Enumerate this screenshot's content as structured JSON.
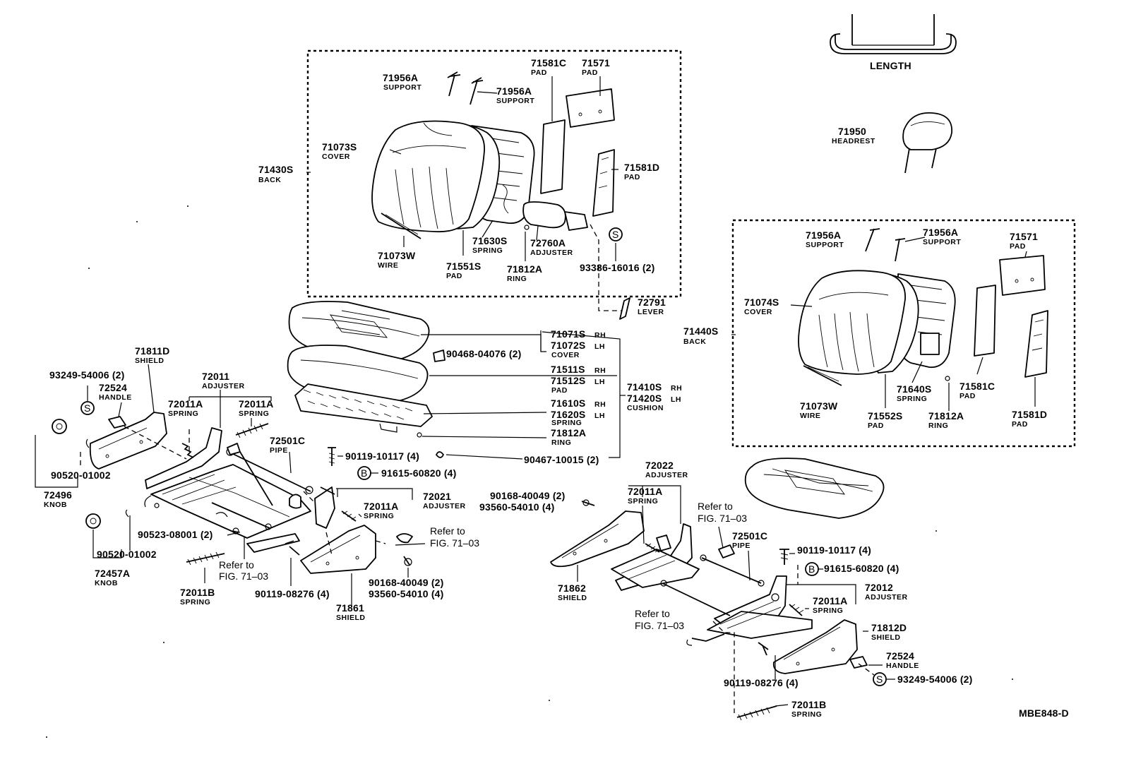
{
  "diagram_code": "MBE848-D",
  "length_label": "LENGTH",
  "upper_back": {
    "p71956A_1": {
      "num": "71956A",
      "sub": "SUPPORT"
    },
    "p71956A_2": {
      "num": "71956A",
      "sub": "SUPPORT"
    },
    "p71581C": {
      "num": "71581C",
      "sub": "PAD"
    },
    "p71571": {
      "num": "71571",
      "sub": "PAD"
    },
    "p71073S": {
      "num": "71073S",
      "sub": "COVER"
    },
    "p71430S": {
      "num": "71430S",
      "sub": "BACK"
    },
    "p71581D": {
      "num": "71581D",
      "sub": "PAD"
    },
    "p71630S": {
      "num": "71630S",
      "sub": "SPRING"
    },
    "p72760A": {
      "num": "72760A",
      "sub": "ADJUSTER"
    },
    "p71073W": {
      "num": "71073W",
      "sub": "WIRE"
    },
    "p71551S": {
      "num": "71551S",
      "sub": "PAD"
    },
    "p71812A": {
      "num": "71812A",
      "sub": "RING"
    },
    "p93386": {
      "num": "93386-16016 (2)"
    },
    "p72791": {
      "num": "72791",
      "sub": "LEVER"
    }
  },
  "headrest": {
    "num": "71950",
    "sub": "HEADREST"
  },
  "right_back": {
    "p71956A_1": {
      "num": "71956A",
      "sub": "SUPPORT"
    },
    "p71956A_2": {
      "num": "71956A",
      "sub": "SUPPORT"
    },
    "p71571": {
      "num": "71571",
      "sub": "PAD"
    },
    "p71074S": {
      "num": "71074S",
      "sub": "COVER"
    },
    "p71440S": {
      "num": "71440S",
      "sub": "BACK"
    },
    "p71640S": {
      "num": "71640S",
      "sub": "SPRING"
    },
    "p71581C": {
      "num": "71581C",
      "sub": "PAD"
    },
    "p71073W": {
      "num": "71073W",
      "sub": "WIRE"
    },
    "p71552S": {
      "num": "71552S",
      "sub": "PAD"
    },
    "p71812A": {
      "num": "71812A",
      "sub": "RING"
    },
    "p71581D": {
      "num": "71581D",
      "sub": "PAD"
    }
  },
  "cushion": {
    "cover_rh": "71071S",
    "cover_lh": "71072S",
    "cover_sub": "COVER",
    "pad_rh": "71511S",
    "pad_lh": "71512S",
    "pad_sub": "PAD",
    "spring_rh": "71610S",
    "spring_lh": "71620S",
    "spring_sub": "SPRING",
    "ring": "71812A",
    "ring_sub": "RING",
    "assy_rh": "71410S",
    "assy_lh": "71420S",
    "assy_sub": "CUSHION",
    "rh_tag": "RH",
    "lh_tag": "LH",
    "clip": "90468-04076 (2)",
    "clip2": "90467-10015 (2)"
  },
  "left_track": {
    "p71811D": {
      "num": "71811D",
      "sub": "SHIELD"
    },
    "p93249": {
      "num": "93249-54006 (2)"
    },
    "p72524": {
      "num": "72524",
      "sub": "HANDLE"
    },
    "p72011": {
      "num": "72011",
      "sub": "ADJUSTER"
    },
    "p72011A_1": {
      "num": "72011A",
      "sub": "SPRING"
    },
    "p72011A_2": {
      "num": "72011A",
      "sub": "SPRING"
    },
    "p72501C": {
      "num": "72501C",
      "sub": "PIPE"
    },
    "p90119_10117": {
      "num": "90119-10117 (4)"
    },
    "p91615": {
      "num": "91615-60820 (4)"
    },
    "p72021": {
      "num": "72021",
      "sub": "ADJUSTER"
    },
    "p72011A_3": {
      "num": "72011A",
      "sub": "SPRING"
    },
    "p90520_1": {
      "num": "90520-01002"
    },
    "p72496": {
      "num": "72496",
      "sub": "KNOB"
    },
    "p90523": {
      "num": "90523-08001 (2)"
    },
    "p90520_2": {
      "num": "90520-01002"
    },
    "p72457A": {
      "num": "72457A",
      "sub": "KNOB"
    },
    "p72011B": {
      "num": "72011B",
      "sub": "SPRING"
    },
    "ref1_a": "Refer to",
    "ref1_b": "FIG. 71–03",
    "ref2_a": "Refer to",
    "ref2_b": "FIG. 71–03",
    "p90119_08276": {
      "num": "90119-08276 (4)"
    },
    "p90168": {
      "num": "90168-40049 (2)"
    },
    "p93560": {
      "num": "93560-54010 (4)"
    },
    "p71861": {
      "num": "71861",
      "sub": "SHIELD"
    }
  },
  "right_track": {
    "p90168": {
      "num": "90168-40049 (2)"
    },
    "p93560": {
      "num": "93560-54010 (4)"
    },
    "p72022": {
      "num": "72022",
      "sub": "ADJUSTER"
    },
    "p72011A_1": {
      "num": "72011A",
      "sub": "SPRING"
    },
    "ref1_a": "Refer to",
    "ref1_b": "FIG. 71–03",
    "p72501C": {
      "num": "72501C",
      "sub": "PIPE"
    },
    "p90119_10117": {
      "num": "90119-10117 (4)"
    },
    "p91615": {
      "num": "91615-60820 (4)"
    },
    "p72012": {
      "num": "72012",
      "sub": "ADJUSTER"
    },
    "p72011A_2": {
      "num": "72011A",
      "sub": "SPRING"
    },
    "p71862": {
      "num": "71862",
      "sub": "SHIELD"
    },
    "ref2_a": "Refer to",
    "ref2_b": "FIG. 71–03",
    "p71812D": {
      "num": "71812D",
      "sub": "SHIELD"
    },
    "p72524": {
      "num": "72524",
      "sub": "HANDLE"
    },
    "p93249": {
      "num": "93249-54006 (2)"
    },
    "p90119_08276": {
      "num": "90119-08276 (4)"
    },
    "p72011B": {
      "num": "72011B",
      "sub": "SPRING"
    }
  },
  "symbols": {
    "s": "S",
    "b": "B"
  }
}
